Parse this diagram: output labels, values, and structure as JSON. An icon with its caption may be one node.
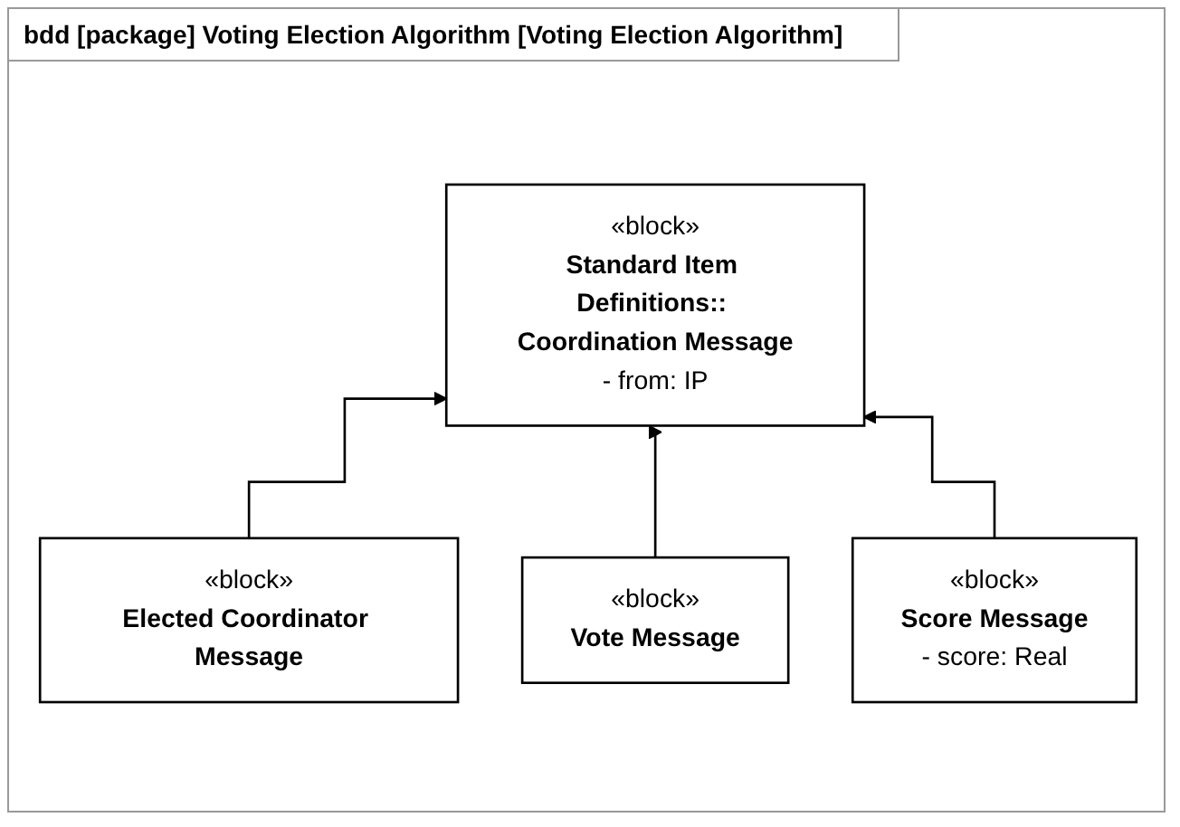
{
  "diagram": {
    "title": "bdd [package] Voting Election Algorithm [Voting Election Algorithm]",
    "nodes": [
      {
        "text": [
          "«block»",
          "Standard Item Definitions:: Coordination Message",
          "- from: IP"
        ]
      },
      {
        "text": [
          "«block»",
          "Elected Coordinator Message"
        ]
      },
      {
        "text": [
          "«block»",
          "Vote Message"
        ]
      },
      {
        "text": [
          "«block»",
          "Score Message",
          "- score: Real"
        ]
      }
    ],
    "edges": [
      {
        "from": 1,
        "to": 0,
        "arrow": "to"
      },
      {
        "from": 2,
        "to": 0,
        "arrow": "to"
      },
      {
        "from": 3,
        "to": 0,
        "arrow": "to"
      }
    ]
  }
}
